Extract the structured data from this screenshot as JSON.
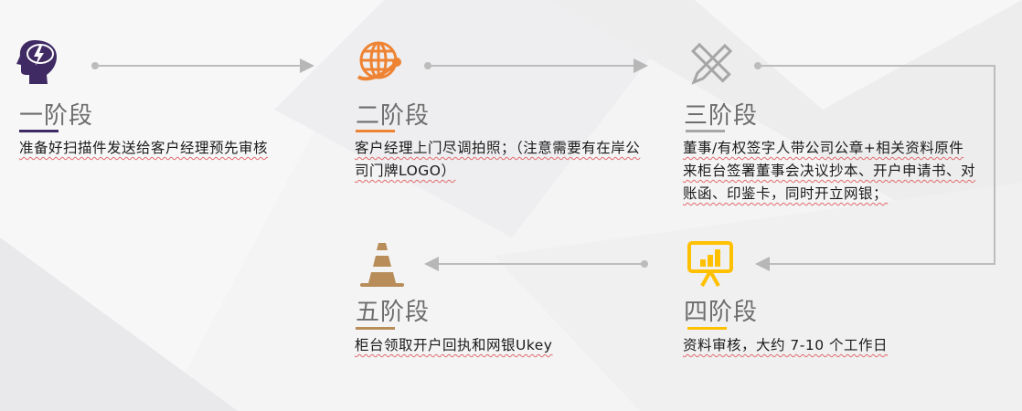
{
  "diagram": {
    "type": "process-flow",
    "stages": [
      {
        "title": "一阶段",
        "description": "准备好扫描件发送给客户经理预先审核",
        "icon": "head-lightning-icon",
        "color": "#3f2a63"
      },
      {
        "title": "二阶段",
        "description": "客户经理上门尽调拍照；（注意需要有在岸公司门牌LOGO）",
        "icon": "globe-icon",
        "color": "#ee8433"
      },
      {
        "title": "三阶段",
        "description": "董事/有权签字人带公司公章+相关资料原件来柜台签署董事会决议抄本、开户申请书、对账函、印鉴卡，同时开立网银；",
        "icon": "pencil-ruler-icon",
        "color": "#a6a6a6"
      },
      {
        "title": "四阶段",
        "description": "资料审核，大约 7-10 个工作日",
        "icon": "presentation-chart-icon",
        "color": "#ffc000"
      },
      {
        "title": "五阶段",
        "description": "柜台领取开户回执和网银Ukey",
        "icon": "traffic-cone-icon",
        "color": "#b88d5a"
      }
    ],
    "connectors": [
      {
        "from": "一阶段",
        "to": "二阶段"
      },
      {
        "from": "二阶段",
        "to": "三阶段"
      },
      {
        "from": "三阶段",
        "to": "四阶段"
      },
      {
        "from": "四阶段",
        "to": "五阶段"
      }
    ]
  }
}
